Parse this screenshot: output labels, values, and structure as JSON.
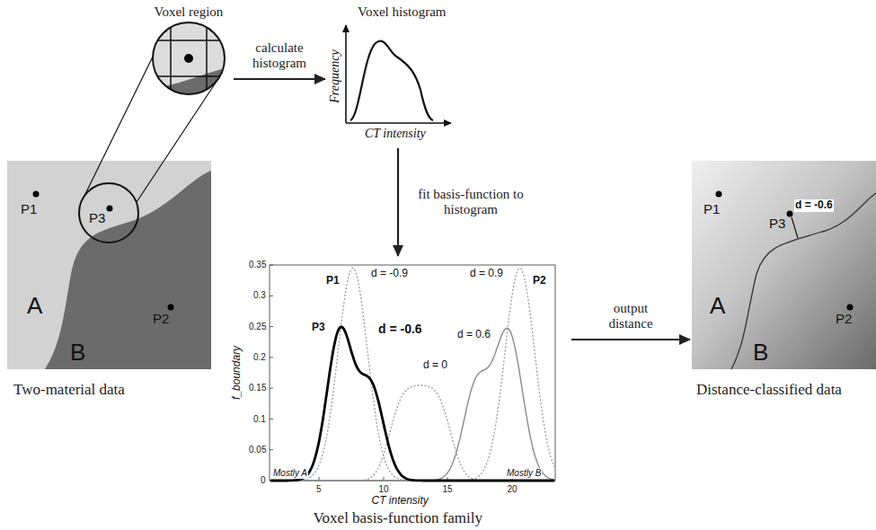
{
  "diagram": {
    "nodes": [
      {
        "text": [
          "Voxel region"
        ]
      },
      {
        "text": [
          "Voxel histogram",
          "Frequency",
          "CT intensity"
        ]
      },
      {
        "text": [
          "P1",
          "P3",
          "A",
          "P2",
          "B",
          "Two-material data"
        ]
      },
      {
        "text": [
          "0.35",
          "0.3",
          "0.25",
          "0.2",
          "0.15",
          "0.1",
          "0.05",
          "0",
          "P1",
          "d = -0.9",
          "d = 0.9",
          "P2",
          "P3",
          "d = -0.6",
          "d = 0",
          "d = 0.6",
          "f_boundary",
          "Mostly A",
          "Mostly B",
          "5",
          "10",
          "15",
          "20",
          "CT intensity",
          "Voxel basis-function family"
        ]
      },
      {
        "text": [
          "P1",
          "d = -0.6",
          "P3",
          "A",
          "P2",
          "B",
          "Distance-classified data"
        ]
      }
    ],
    "edges": [
      {
        "from": 0,
        "to": 1,
        "label": "calculate histogram",
        "arrow": "to"
      },
      {
        "from": 1,
        "to": 3,
        "label": "fit basis-function to histogram",
        "arrow": "to"
      },
      {
        "from": 3,
        "to": 4,
        "label": "output distance",
        "arrow": "to"
      }
    ]
  }
}
